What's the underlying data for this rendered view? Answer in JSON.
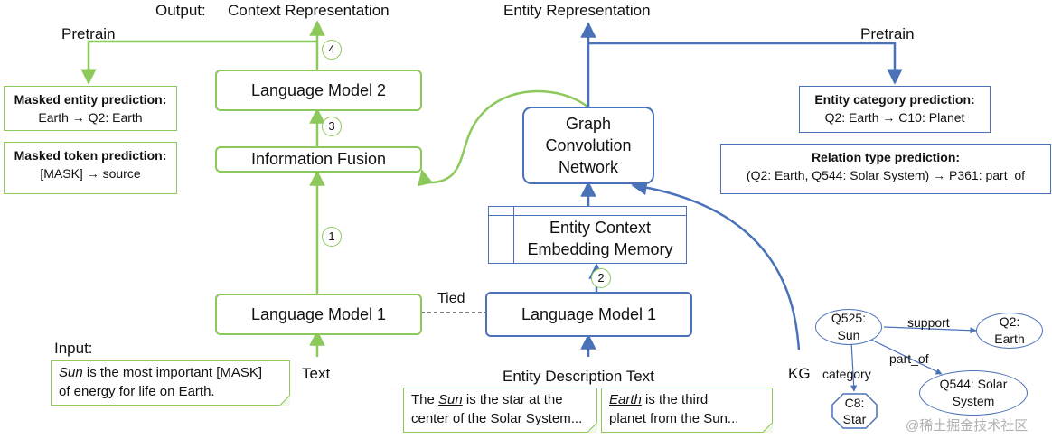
{
  "output_label": "Output:",
  "context_representation": "Context Representation",
  "entity_representation": "Entity Representation",
  "pretrain_left": "Pretrain",
  "pretrain_right": "Pretrain",
  "language_model_2": "Language Model 2",
  "information_fusion": "Information Fusion",
  "language_model_1_left": "Language Model 1",
  "language_model_1_right": "Language Model 1",
  "tied": "Tied",
  "gcn_line1": "Graph",
  "gcn_line2": "Convolution",
  "gcn_line3": "Network",
  "memory_line1": "Entity Context",
  "memory_line2": "Embedding Memory",
  "steps": [
    "1",
    "2",
    "3",
    "4"
  ],
  "masked_entity": {
    "title": "Masked entity prediction:",
    "example_from": "Earth",
    "arrow": "→",
    "example_to": "Q2: Earth"
  },
  "masked_token": {
    "title": "Masked token prediction:",
    "example_from": "[MASK]",
    "arrow": "→",
    "example_to": "source"
  },
  "entity_category": {
    "title": "Entity category prediction:",
    "example_from": "Q2: Earth",
    "arrow": "→",
    "example_to": "C10: Planet"
  },
  "relation_type": {
    "title": "Relation type prediction:",
    "example_from": "(Q2: Earth, Q544: Solar System)",
    "arrow": "→",
    "example_to": "P361: part_of"
  },
  "input_label": "Input:",
  "input_text": {
    "highlight": "Sun",
    "rest_line1": " is the most important [MASK]",
    "line2": "of energy for life on Earth."
  },
  "text_label": "Text",
  "entity_description_label": "Entity Description Text",
  "desc_sun": {
    "line1_pre": "The ",
    "highlight": "Sun",
    "line1_post": " is the star at the",
    "line2": "center of the Solar System..."
  },
  "desc_earth": {
    "highlight": "Earth",
    "line1_post": " is the third",
    "line2": "planet from the Sun..."
  },
  "kg_label": "KG",
  "kg": {
    "q525": "Q525: Sun",
    "q2": "Q2: Earth",
    "q544": "Q544: Solar System",
    "c8": "C8: Star",
    "support": "support",
    "part_of": "part_of",
    "category": "category"
  },
  "watermark": "@稀土掘金技术社区",
  "colors": {
    "green": "#8cc85a",
    "blue": "#4a72b8"
  }
}
